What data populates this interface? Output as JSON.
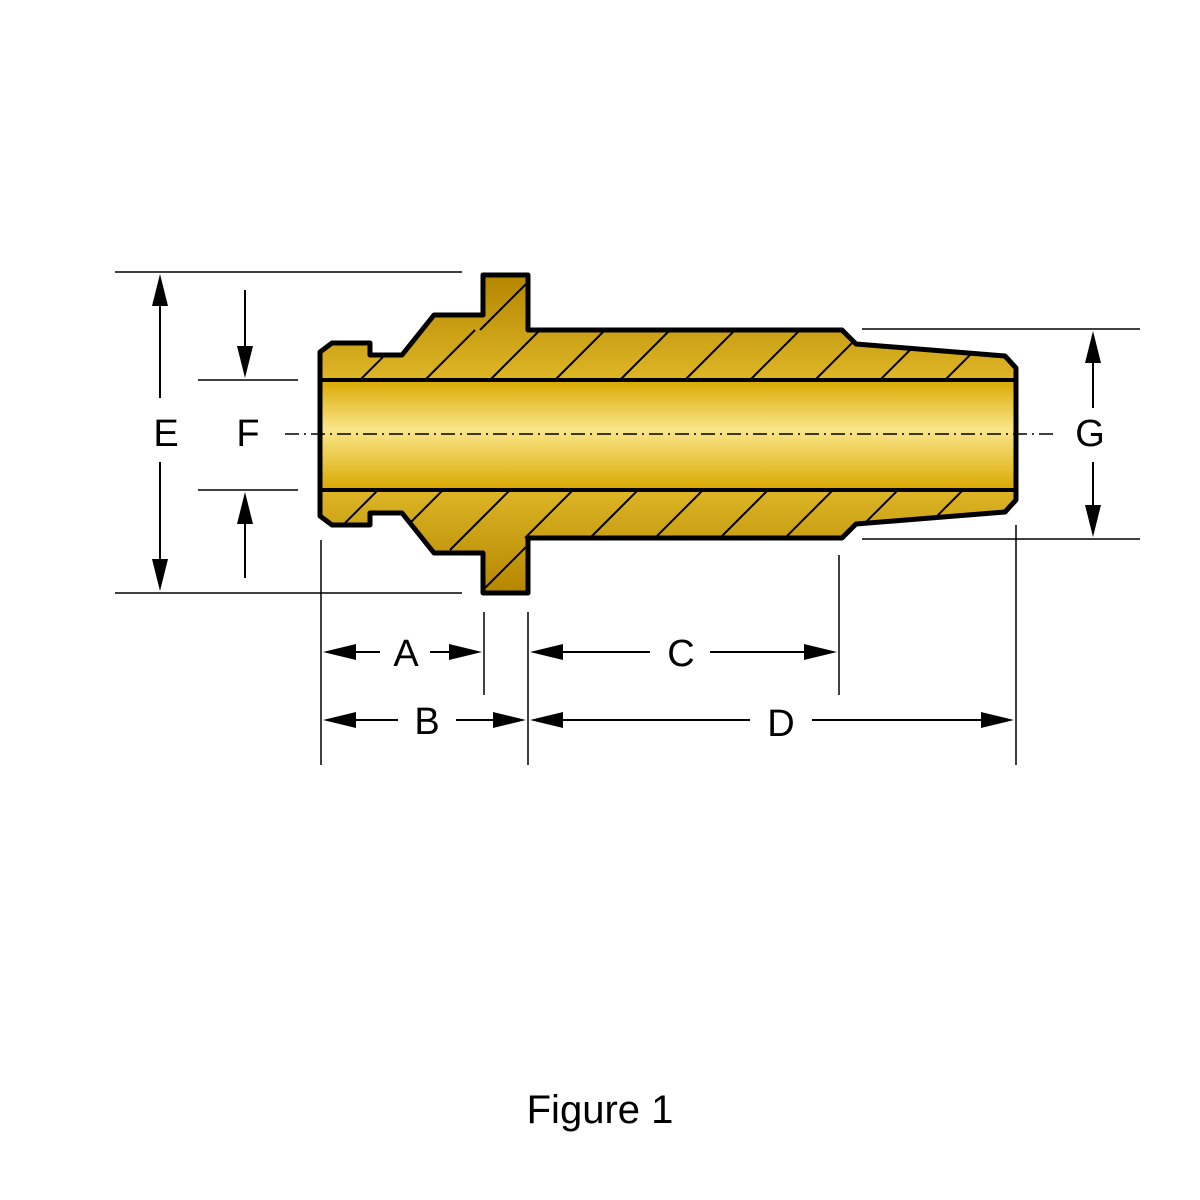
{
  "figure": {
    "caption": "Figure 1",
    "colors": {
      "brass_light": "#f6df7a",
      "brass": "#e8b600",
      "brass_dark": "#a57a00",
      "line": "#000000"
    }
  },
  "dimensions": {
    "A": "A",
    "B": "B",
    "C": "C",
    "D": "D",
    "E": "E",
    "F": "F",
    "G": "G"
  }
}
